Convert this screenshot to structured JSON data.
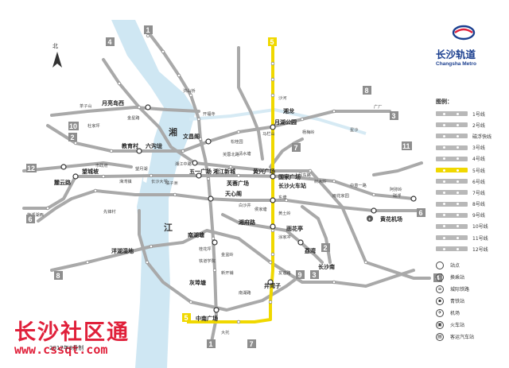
{
  "brand": {
    "title": "长沙轨道",
    "subtitle": "Changsha Metro",
    "logo_icon": "changsha-metro-logo",
    "logo_color": "#1b3f8f",
    "logo_accent": "#e0203a"
  },
  "north_label": "北",
  "river_label_xiang": "湘",
  "river_label_jiang": "江",
  "legend": {
    "title": "图例：",
    "lines": [
      {
        "label": "1号线",
        "color": "#b8b8b8"
      },
      {
        "label": "2号线",
        "color": "#b8b8b8"
      },
      {
        "label": "磁浮快线",
        "color": "#b8b8b8"
      },
      {
        "label": "3号线",
        "color": "#b8b8b8"
      },
      {
        "label": "4号线",
        "color": "#b8b8b8"
      },
      {
        "label": "5号线",
        "color": "#f0d800"
      },
      {
        "label": "6号线",
        "color": "#b8b8b8"
      },
      {
        "label": "7号线",
        "color": "#b8b8b8"
      },
      {
        "label": "8号线",
        "color": "#b8b8b8"
      },
      {
        "label": "9号线",
        "color": "#b8b8b8"
      },
      {
        "label": "10号线",
        "color": "#b8b8b8"
      },
      {
        "label": "11号线",
        "color": "#b8b8b8"
      },
      {
        "label": "12号线",
        "color": "#b8b8b8"
      }
    ],
    "symbols": [
      {
        "label": "站点",
        "icon": "station-icon"
      },
      {
        "label": "换乘站",
        "icon": "transfer-icon"
      },
      {
        "label": "城际铁路",
        "icon": "intercity-rail-icon"
      },
      {
        "label": "青铁站",
        "icon": "rail-station-icon"
      },
      {
        "label": "机场",
        "icon": "airport-icon"
      },
      {
        "label": "火车站",
        "icon": "train-station-icon"
      },
      {
        "label": "客运汽车站",
        "icon": "bus-station-icon"
      }
    ]
  },
  "route_markers": [
    {
      "num": "1"
    },
    {
      "num": "4"
    },
    {
      "num": "5"
    },
    {
      "num": "8"
    },
    {
      "num": "3"
    },
    {
      "num": "10"
    },
    {
      "num": "2"
    },
    {
      "num": "7"
    },
    {
      "num": "11"
    },
    {
      "num": "12"
    },
    {
      "num": "6"
    },
    {
      "num": "6"
    },
    {
      "num": "2"
    },
    {
      "num": "9"
    },
    {
      "num": "3"
    },
    {
      "num": "4"
    },
    {
      "num": "8"
    },
    {
      "num": "5"
    },
    {
      "num": "1"
    },
    {
      "num": "7"
    }
  ],
  "major_stations": [
    "月亮岛西",
    "教育村",
    "六沟垅",
    "文昌阁",
    "湘江新城",
    "五一广场",
    "长沙火车站",
    "湘府路",
    "黄兴广场",
    "望城坡",
    "井湾子",
    "中南广场",
    "南湖塘",
    "灰埠塘",
    "荔湾",
    "洋湖湿地",
    "长沙南",
    "麓云路",
    "湘龙",
    "国家广场",
    "月湖公园",
    "黄花机场",
    "雨花亭",
    "芙蓉广场",
    "天心阁"
  ],
  "minor_stations": [
    "开福寺",
    "洪山桥",
    "沙河",
    "松桂园",
    "东塘",
    "金盆岭",
    "大托",
    "茶子山",
    "清水塘",
    "金星路",
    "杜家坪",
    "马栏山",
    "广厂",
    "星沙",
    "杨梅岭",
    "望月湖",
    "溁湾镇",
    "橘子洲",
    "湘江中路",
    "芙蓉北路",
    "人民东路",
    "树木岭",
    "雨花家园",
    "中意一路",
    "阿弥岭",
    "市政府",
    "长沙大学",
    "白沙井",
    "侯家塘",
    "黄土岭",
    "涂家冲",
    "铁道学院",
    "新开铺",
    "友谊路",
    "南湖路",
    "桂花坪",
    "先锋村",
    "梅溪湖西"
  ],
  "airport_label": "黄花机场",
  "magev_label": "磁浮",
  "watermark": {
    "title": "长沙社区通",
    "url": "www.cssqt.com"
  },
  "date_caption": "2017年8月制"
}
